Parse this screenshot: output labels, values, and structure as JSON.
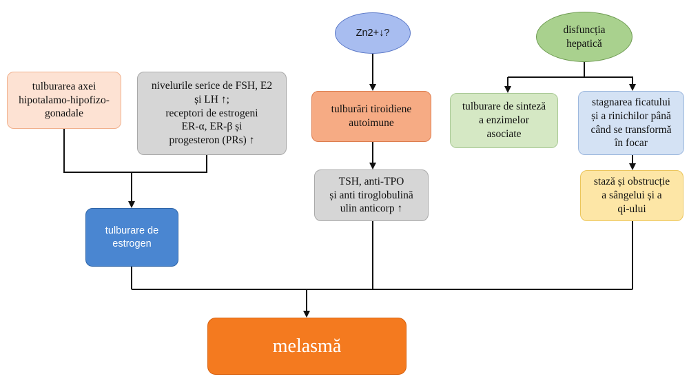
{
  "nodes": {
    "hpg_axis": {
      "text": "tulburarea axei\nhipotalamo-hipofizo-\ngonadale",
      "fill": "#fde2d3",
      "stroke": "#f1b08c"
    },
    "serum_levels": {
      "text": "nivelurile serice de FSH, E2\nși LH ↑;\nreceptori de estrogeni\nER-α, ER-β și\nprogesteron (PRs) ↑",
      "fill": "#d6d6d6",
      "stroke": "#a9a9a9"
    },
    "estrogen": {
      "text": "tulburare de\nestrogen",
      "fill": "#4a86d1",
      "stroke": "#2f65a8",
      "color": "#ffffff"
    },
    "zinc": {
      "text": "Zn2+↓?",
      "fill": "#a8bdf0",
      "stroke": "#5b78c7"
    },
    "thyroid": {
      "text": "tulburări tiroidiene\nautoimune",
      "fill": "#f6ab84",
      "stroke": "#dd7d4f"
    },
    "antibodies": {
      "text": "TSH, anti-TPO\nși anti tiroglobulină\nulin anticorp ↑",
      "fill": "#d6d6d6",
      "stroke": "#a9a9a9"
    },
    "hepatic": {
      "text": "disfuncția\nhepatică",
      "fill": "#a9d18e",
      "stroke": "#6e9b52"
    },
    "enzymes": {
      "text": "tulburare de sinteză\na enzimelor\nasociate",
      "fill": "#d5e8c4",
      "stroke": "#a9c995"
    },
    "stagnation": {
      "text": "stagnarea ficatului\nși a rinichilor până\ncând se transformă\nîn focar",
      "fill": "#d4e2f4",
      "stroke": "#9db8de"
    },
    "stasis": {
      "text": "stază și obstrucție\na sângelui și a\nqi-ului",
      "fill": "#fde6a6",
      "stroke": "#ebc55a"
    },
    "melasma": {
      "text": "melasmă",
      "fill": "#f47a1f",
      "stroke": "#d8620f",
      "color": "#ffffff"
    }
  },
  "connector_color": "#111111"
}
